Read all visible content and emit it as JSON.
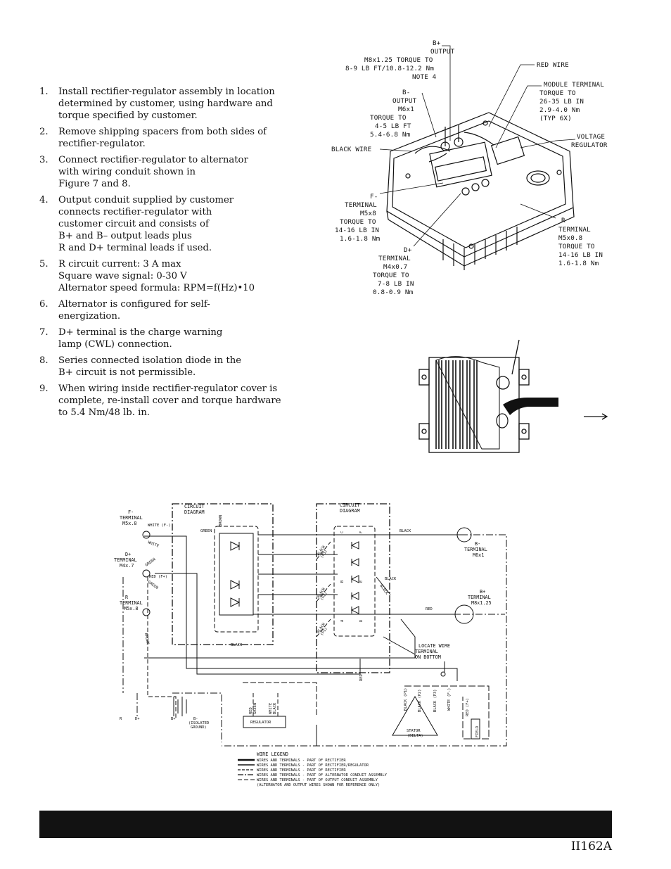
{
  "instructions": [
    {
      "num": "1.",
      "lines": [
        "Install rectifier-regulator assembly in location",
        "determined by customer, using hardware and",
        "torque specified by customer."
      ]
    },
    {
      "num": "2.",
      "lines": [
        "Remove shipping spacers from both sides of",
        "rectifier-regulator."
      ]
    },
    {
      "num": "3.",
      "lines": [
        "Connect rectifier-regulator to alternator",
        "with wiring conduit shown in",
        "Figure 7 and 8."
      ]
    },
    {
      "num": "4.",
      "lines": [
        "Output conduit supplied by customer",
        "connects rectifier-regulator with",
        "customer circuit and consists of",
        "B+ and B– output leads plus",
        "R and D+ terminal leads if used."
      ]
    },
    {
      "num": "5.",
      "lines": [
        "R circuit current: 3 A max",
        "Square wave signal: 0-30 V",
        "Alternator speed formula: RPM=f(Hz)•10"
      ]
    },
    {
      "num": "6.",
      "lines": [
        "Alternator is configured for self-",
        "energization."
      ]
    },
    {
      "num": "7.",
      "lines": [
        "D+ terminal is the charge warning",
        "lamp (CWL) connection."
      ]
    },
    {
      "num": "8.",
      "lines": [
        "Series connected isolation diode in the",
        "B+ circuit is not permissible."
      ]
    },
    {
      "num": "9.",
      "lines": [
        "When wiring inside rectifier-regulator cover is",
        "complete, re-install cover and torque hardware",
        "to 5.4 Nm/48 lb. in."
      ]
    }
  ],
  "assembly_callouts": {
    "b_plus_output": [
      "B+",
      "OUTPUT",
      "M8x1.25 TORQUE TO",
      "8-9 LB FT/10.8-12.2 Nm",
      "NOTE 4"
    ],
    "b_minus_output": [
      "B-",
      "OUTPUT",
      "M6x1",
      "TORQUE TO",
      "4-5 LB FT",
      "5.4-6.8 Nm"
    ],
    "red_wire": [
      "RED WIRE"
    ],
    "module_terminal": [
      "MODULE TERMINAL",
      "TORQUE TO",
      "26-35 LB IN",
      "2.9-4.0 Nm",
      "(TYP 6X)"
    ],
    "voltage_regulator": [
      "VOLTAGE",
      "REGULATOR"
    ],
    "black_wire": [
      "BLACK WIRE"
    ],
    "f_minus_terminal": [
      "F-",
      "TERMINAL",
      "M5x8",
      "TORQUE TO",
      "14-16 LB IN",
      "1.6-1.8 Nm"
    ],
    "r_terminal": [
      "R",
      "TERMINAL",
      "M5x0.8",
      "TORQUE TO",
      "14-16 LB IN",
      "1.6-1.8 Nm"
    ],
    "d_plus_terminal": [
      "D+",
      "TERMINAL",
      "M4x0.7",
      "TORQUE TO",
      "7-8 LB IN",
      "0.8-0.9 Nm"
    ]
  },
  "schematic": {
    "circuit_diagram_left": [
      "CIRCUIT",
      "DIAGRAM"
    ],
    "circuit_diagram_right": [
      "CIRCUIT",
      "DIAGRAM"
    ],
    "f_minus_terminal": [
      "F-",
      "TERMINAL",
      "M5x.8"
    ],
    "d_plus_terminal": [
      "D+",
      "TERMINAL",
      "M4x.7"
    ],
    "r_terminal": [
      "R",
      "TERMINAL",
      "M5x.8"
    ],
    "b_minus_terminal": [
      "B-",
      "TERMINAL",
      "M6x1"
    ],
    "b_plus_terminal": [
      "B+",
      "TERMINAL",
      "M8x1.25"
    ],
    "locate_wire": [
      "LOCATE WIRE",
      "TERMINAL",
      "ON BOTTOM"
    ],
    "white_f": "WHITE (F-)",
    "white": "WHITE",
    "green": "GREEN",
    "green2": "GREEN",
    "green3": "GREEN",
    "red_f": "RED (F+)",
    "brown": "BROWN",
    "brown2": "BROWN",
    "black": "BLACK",
    "black2": "BLACK",
    "black3": "BLACK",
    "black4": "BLACK",
    "red": "RED",
    "black_p3": [
      "BLACK",
      "(P3)"
    ],
    "black_p2": [
      "BLACK",
      "(P2)"
    ],
    "black_p1": [
      "BLACK",
      "(P1)"
    ],
    "phase_c": "C",
    "phase_f": "F",
    "phase_b": "B",
    "phase_e": "E",
    "phase_a": "A",
    "phase_d": "D",
    "red_vert": "RED",
    "r_label": "R",
    "d_label": "D+",
    "b_plus_small": "B+",
    "b_minus_small": [
      "B-",
      "(ISOLATED",
      "GROUND)"
    ],
    "regulator": "REGULATOR",
    "red_green": [
      "RED",
      "GREEN"
    ],
    "white_black": [
      "WHITE",
      "BLACK"
    ],
    "stator_labels": [
      "BLACK (P1)",
      "BLACK (P2)",
      "BLACK (P3)",
      "WHITE (F-)",
      "RED (F+)"
    ],
    "stator": [
      "STATOR",
      "(DELTA)"
    ],
    "field": "FIELD"
  },
  "legend": {
    "title": "WIRE LEGEND",
    "items": [
      "WIRES AND TERMINALS - PART OF RECTIFIER",
      "WIRES AND TERMINALS - PART OF RECTIFIER/REGULATOR",
      "WIRES AND TERMINALS - PART OF RECTIFIER",
      "WIRES AND TERMINALS - PART OF ALTERNATOR CONDUIT ASSEMBLY",
      "WIRES AND TERMINALS - PART OF OUTPUT CONDUIT ASSEMBLY"
    ],
    "note": "(ALTERNATOR AND OUTPUT WIRES SHOWN FOR REFERENCE ONLY)"
  },
  "figure_id": "II162A"
}
